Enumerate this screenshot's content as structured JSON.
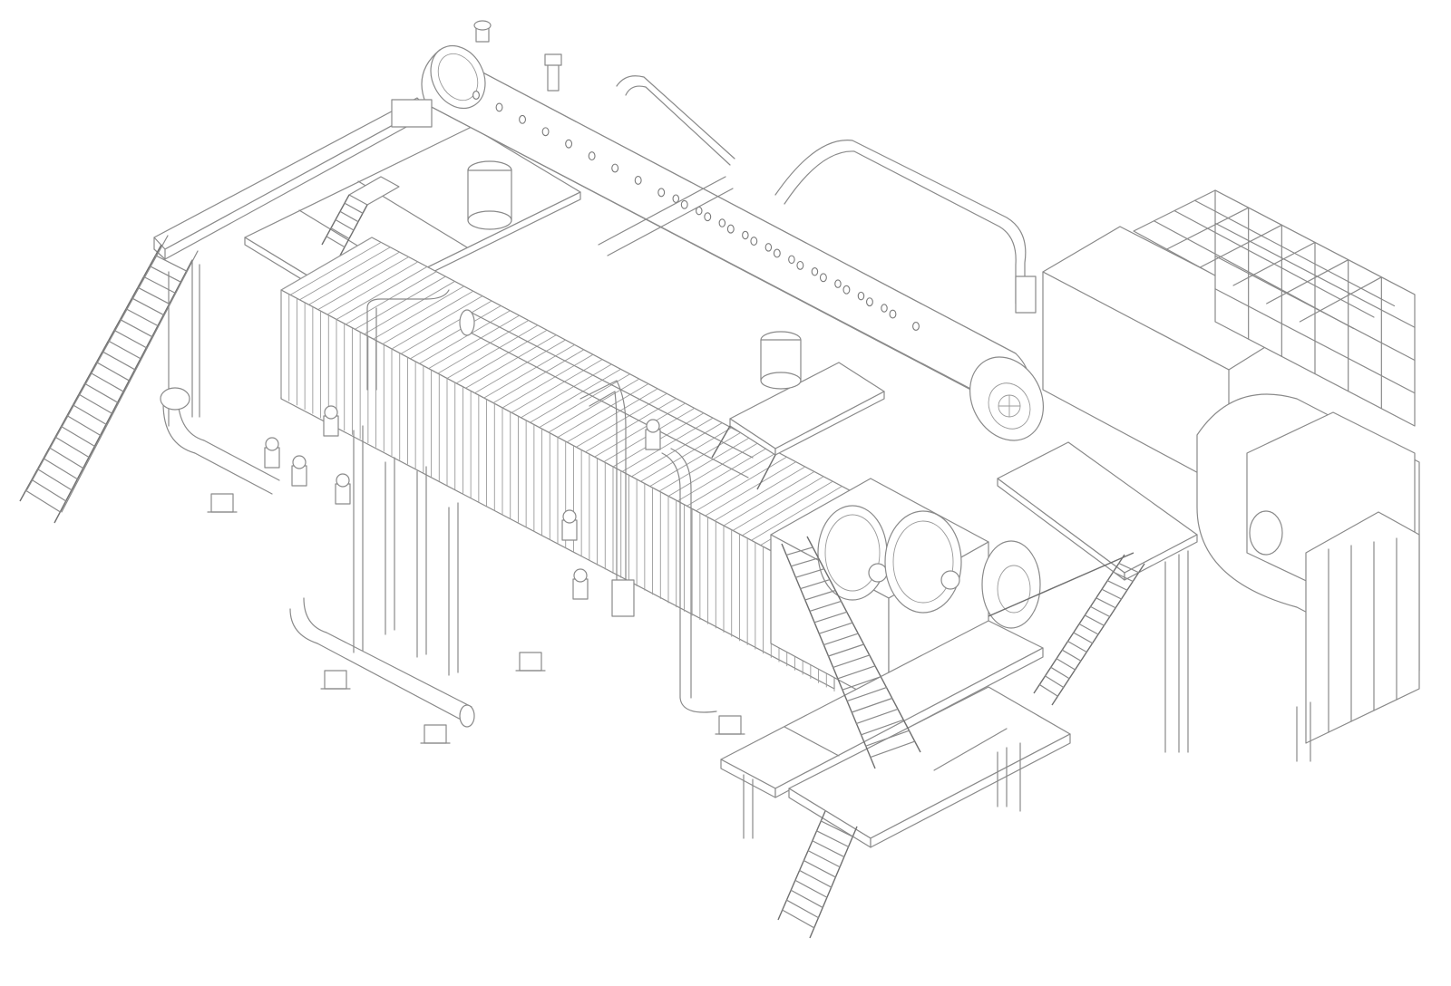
{
  "drawing": {
    "style": "isometric line drawing",
    "line_color": "#8a8a8a",
    "background": "#ffffff"
  },
  "components": [
    {
      "id": "steam-drum",
      "icon": "cylinder-vessel"
    },
    {
      "id": "water-tube-bank",
      "icon": "tube-bank"
    },
    {
      "id": "lower-drum",
      "icon": "cylinder-vessel"
    },
    {
      "id": "burners",
      "icon": "burner"
    },
    {
      "id": "economizer-ductwork",
      "icon": "duct"
    },
    {
      "id": "stairs",
      "icon": "stair"
    },
    {
      "id": "platforms",
      "icon": "platform"
    },
    {
      "id": "piping",
      "icon": "pipe"
    },
    {
      "id": "valves",
      "icon": "valve"
    }
  ]
}
